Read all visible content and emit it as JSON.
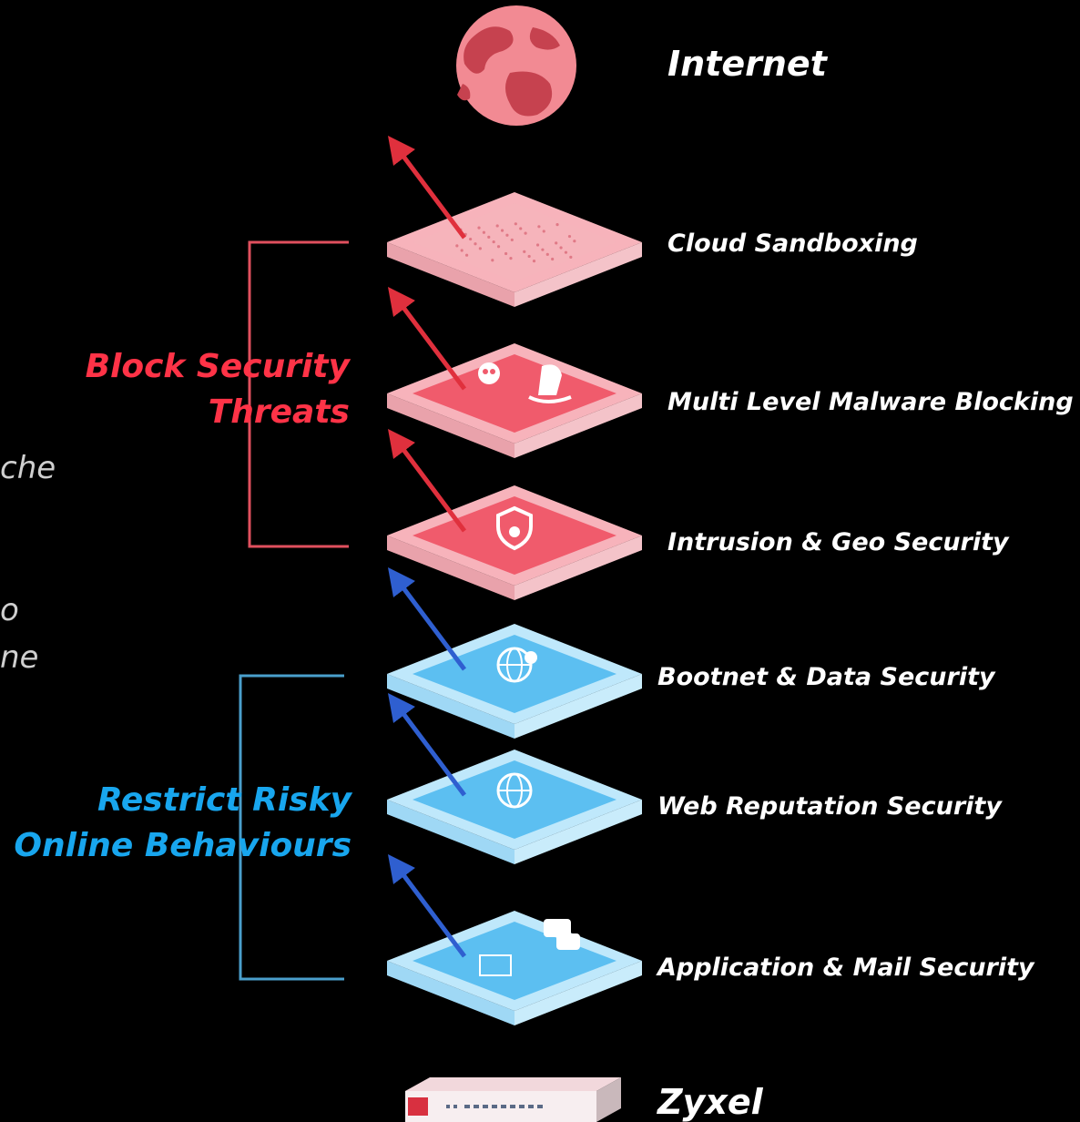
{
  "top_label": "Internet",
  "bottom_label": "Zyxel",
  "groups": {
    "block": {
      "line1": "Block Security",
      "line2": "Threats",
      "color": "#ff3347"
    },
    "restrict": {
      "line1": "Restrict Risky",
      "line2": "Online Behaviours",
      "color": "#18a6ee"
    }
  },
  "layers": [
    {
      "name": "Cloud Sandboxing",
      "theme": "red",
      "icon": "sand-texture"
    },
    {
      "name": "Multi Level Malware Blocking",
      "theme": "red",
      "icon": "skull-and-trojan-horse-icon"
    },
    {
      "name": "Intrusion & Geo Security",
      "theme": "red",
      "icon": "shield-icon"
    },
    {
      "name": "Bootnet & Data Security",
      "theme": "blue",
      "icon": "globe-location-icon"
    },
    {
      "name": "Web Reputation Security",
      "theme": "blue",
      "icon": "globe-url-icon"
    },
    {
      "name": "Application & Mail Security",
      "theme": "blue",
      "icon": "ftp-folder-chat-icon"
    }
  ],
  "edge_fragments": {
    "a": "che",
    "b": "o",
    "c": "ne"
  },
  "colors": {
    "background": "#000000",
    "red_layer": "#f26474",
    "red_layer_light": "#f7a9b1",
    "blue_layer": "#5cbff1",
    "blue_layer_light": "#bfe8fb",
    "red_arrow": "#e0303d",
    "blue_arrow": "#2f5fd0",
    "globe": "#f28a93"
  }
}
